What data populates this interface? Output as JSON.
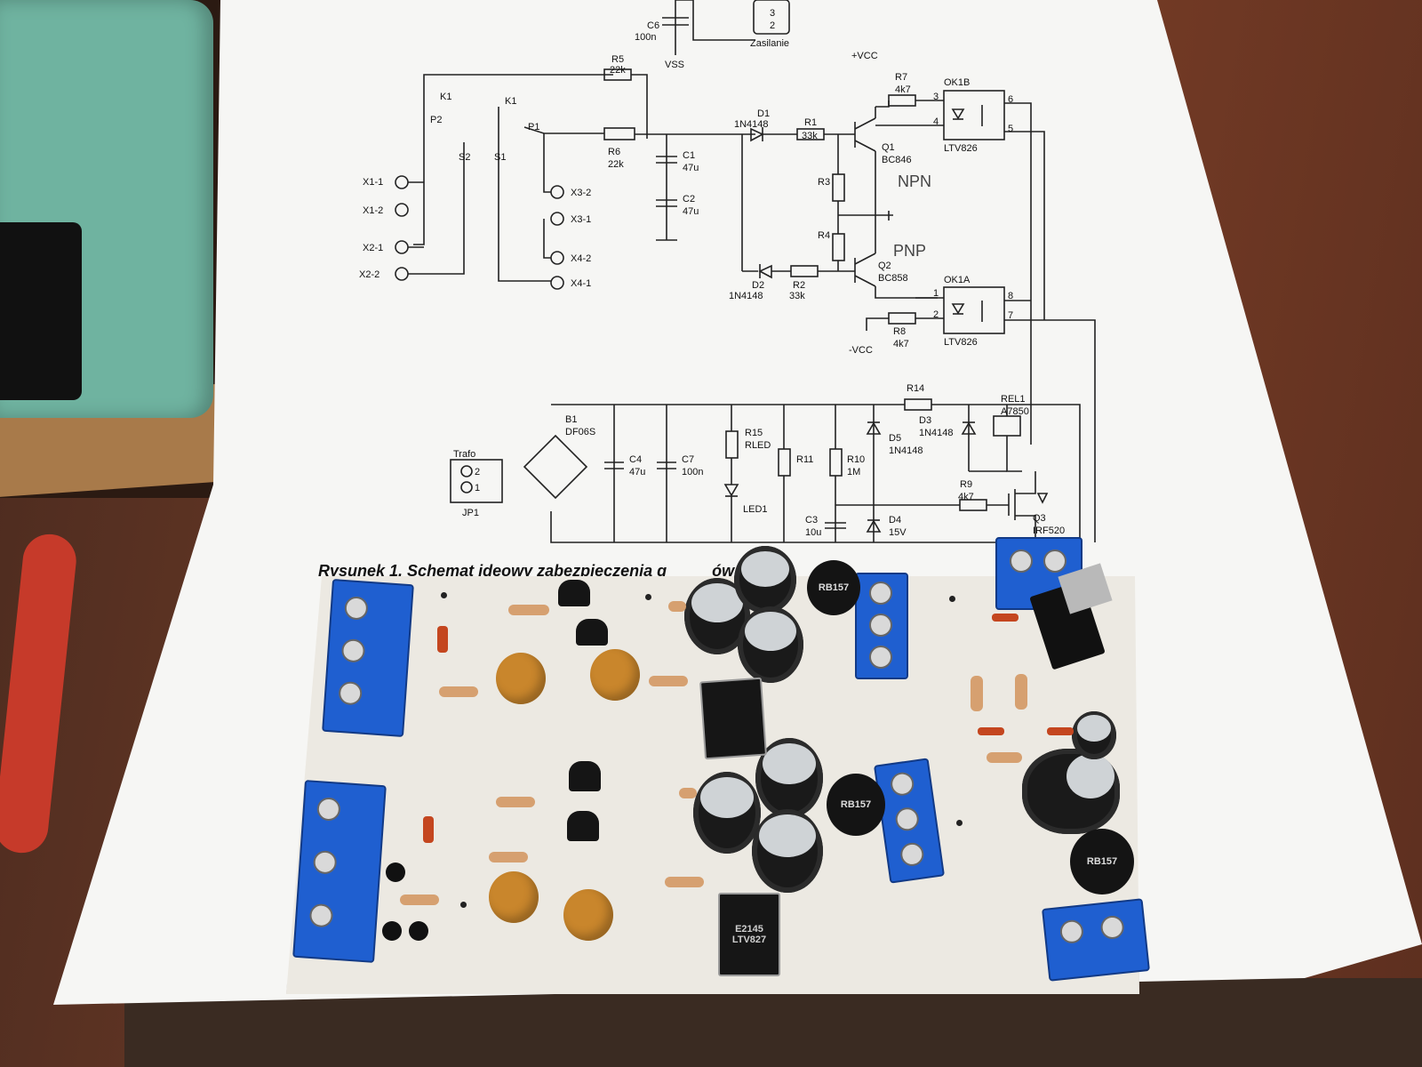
{
  "schematic": {
    "caption": "Rysunek 1. Schemat ideowy zabezpieczenia g",
    "caption_tail": "ów",
    "labels": {
      "c6": "C6",
      "c6v": "100n",
      "vss": "VSS",
      "zasilanie": "Zasilanie",
      "z3": "3",
      "z2": "2",
      "vcc1": "+VCC",
      "r7": "R7",
      "r7v": "4k7",
      "ok1b": "OK1B",
      "p3": "3",
      "p4": "4",
      "p6": "6",
      "p5": "5",
      "ltv1": "LTV826",
      "r5": "R5",
      "r5v": "22k",
      "k1a": "K1",
      "k1b": "K1",
      "p2": "P2",
      "p1": "P1",
      "d1": "D1",
      "d1v": "1N4148",
      "r1": "R1",
      "r1v": "33k",
      "q1": "Q1",
      "q1v": "BC846",
      "npn": "NPN",
      "r6": "R6",
      "r6v": "22k",
      "c1": "C1",
      "c1v": "47u",
      "c2": "C2",
      "c2v": "47u",
      "s2": "S2",
      "s1": "S1",
      "x11": "X1-1",
      "x12": "X1-2",
      "x21": "X2-1",
      "x22": "X2-2",
      "x32": "X3-2",
      "x31": "X3-1",
      "x42": "X4-2",
      "x41": "X4-1",
      "r3": "R3",
      "r4": "R4",
      "pnp": "PNP",
      "q2": "Q2",
      "q2v": "BC858",
      "d2": "D2",
      "d2v": "1N4148",
      "r2": "R2",
      "r2v": "33k",
      "ok1a": "OK1A",
      "pa1": "1",
      "pa2": "2",
      "pa8": "8",
      "pa7": "7",
      "ltv2": "LTV826",
      "r8": "R8",
      "r8v": "4k7",
      "vcc2": "-VCC",
      "b1": "B1",
      "b1v": "DF06S",
      "trafo": "Trafo",
      "jp1": "JP1",
      "j2": "2",
      "j1": "1",
      "c4": "C4",
      "c4v": "47u",
      "c7": "C7",
      "c7v": "100n",
      "r15": "R15",
      "r15v": "RLED",
      "led1": "LED1",
      "r11": "R11",
      "r10": "R10",
      "r10v": "1M",
      "c3": "C3",
      "c3v": "10u",
      "d5": "D5",
      "d5v": "1N4148",
      "d4": "D4",
      "d4v": "15V",
      "r14": "R14",
      "d3": "D3",
      "d3v": "1N4148",
      "rel1": "REL1",
      "rel1v": "A7850",
      "r9": "R9",
      "r9v": "4k7",
      "q3": "Q3",
      "q3v": "IRF520"
    }
  },
  "board": {
    "bridge_labels": [
      "RB157",
      "RB157",
      "RB157"
    ],
    "ic_labels": [
      {
        "line1": "",
        "line2": ""
      },
      {
        "line1": "E2145",
        "line2": "LTV827"
      }
    ]
  },
  "colors": {
    "terminal_blue": "#1f5fd0",
    "tantalum": "#c9862c",
    "paper": "#f6f6f4",
    "desk": "#6b3a26",
    "meter_green": "#6fb3a0"
  }
}
